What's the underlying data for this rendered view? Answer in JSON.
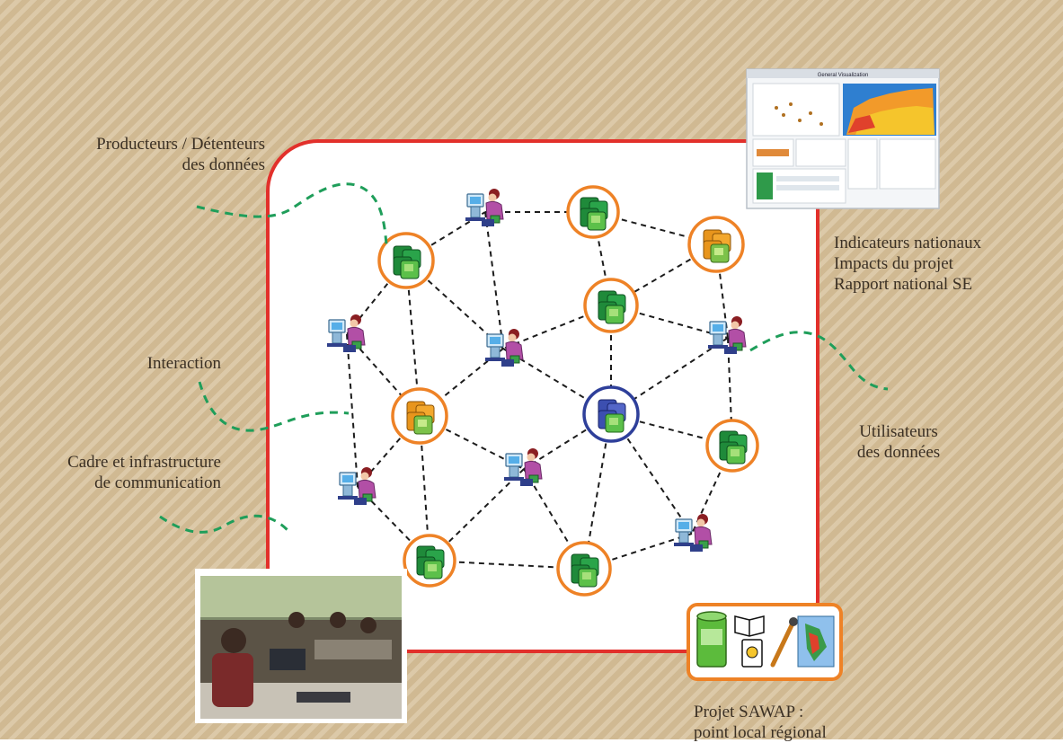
{
  "labels": {
    "producers": [
      "Producteurs / Détenteurs",
      "des données"
    ],
    "interaction": [
      "Interaction"
    ],
    "infrastructure": [
      "Cadre et infrastructure",
      "de communication"
    ],
    "indicators": [
      "Indicateurs nationaux",
      "Impacts du projet",
      "Rapport national SE"
    ],
    "users": [
      "Utilisateurs",
      "des données"
    ],
    "project": [
      "Projet SAWAP :",
      "point local régional"
    ]
  },
  "dashboard": {
    "title": "General Visualization"
  },
  "colors": {
    "frame": "#e2302b",
    "producer_ring": "#ee8226",
    "hub_ring": "#2e3f9a",
    "dash_link": "#1c1c1c",
    "leader_dash": "#1f9e5a",
    "project_box": "#ee8226"
  },
  "node_types": [
    "producer-node",
    "producer-node-orange",
    "hub-node",
    "user-workstation"
  ],
  "icons": [
    "database-icon",
    "book-icon",
    "document-icon",
    "tool-icon",
    "map-icon",
    "dashboard-screenshot",
    "training-photo"
  ]
}
